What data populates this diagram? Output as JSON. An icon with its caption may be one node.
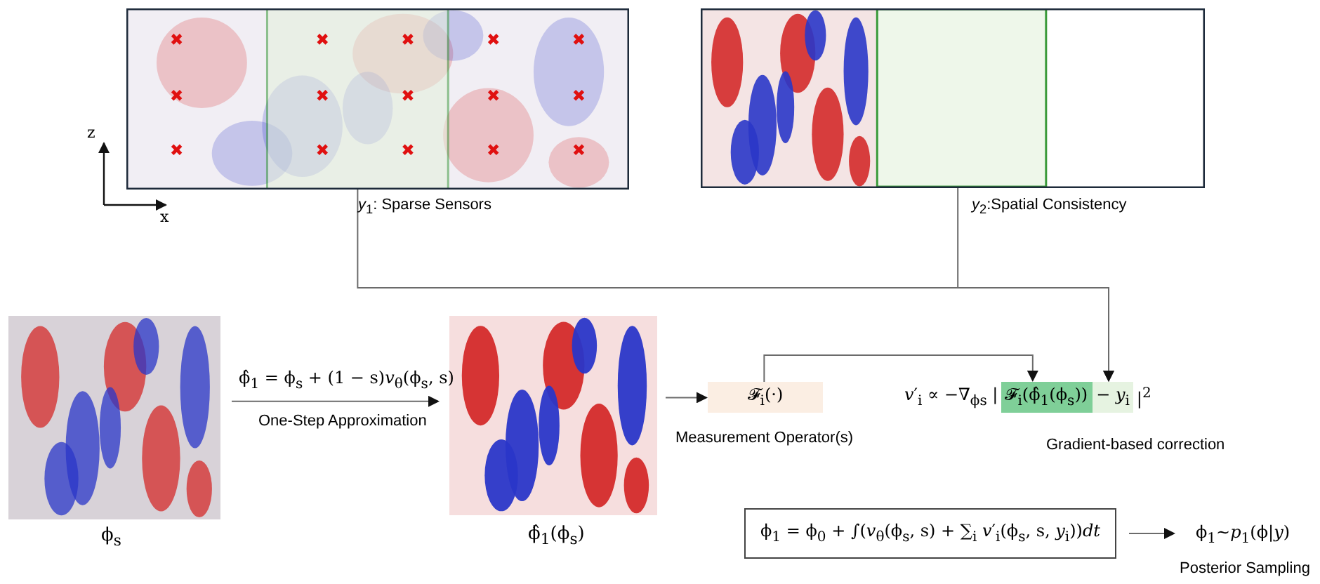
{
  "diagram": {
    "nodes": [
      {
        "text": [],
        "shape": "picture",
        "beside": [
          "*y*$_{1}$: Sparse Sensors"
        ]
      },
      {
        "text": [],
        "shape": "picture",
        "beside": [
          "*y*$_{2}$:Spatial Consistency"
        ]
      },
      {
        "text": [],
        "shape": "picture",
        "beside": [
          "ϕ$_{s}$"
        ]
      },
      {
        "text": [],
        "shape": "picture",
        "beside": [
          "ϕ̂$_{1}$(ϕ$_{s}$)"
        ]
      },
      {
        "text": [
          "𝓕$_{i}$(·)"
        ],
        "beside": [
          "Measurement Operator(s)"
        ]
      },
      {
        "text": [
          "*v*′$_{i}$ ∝ −∇$_{ϕs}$ |",
          "|$^{2}$"
        ],
        "beside": [
          "Gradient-based correction"
        ]
      },
      {
        "text": [
          "𝓕$_{i}$(ϕ̂$_{1}$(ϕ$_{s}$))"
        ],
        "in": 5
      },
      {
        "text": [
          "− *y*$_{i}$"
        ],
        "in": 5
      },
      {
        "text": [
          "ϕ$_{1}$ = ϕ$_{0}$ + ∫(*v*$_{θ}$(ϕ$_{s}$, s) + ∑$_{i}$ *v*′$_{i}$(ϕ$_{s}$, s, *y*$_{i}$))*dt*"
        ]
      },
      {
        "text": [
          "ϕ$_{1}$~*p*$_{1}$(ϕ|*y*)"
        ],
        "beside": [
          "Posterior Sampling"
        ]
      }
    ],
    "edges": [
      {
        "from": 2,
        "to": 3,
        "arrow": "to",
        "label": "ϕ̂$_{1}$ = ϕ$_{s}$ + (1 − s)*v*$_{θ}$(ϕ$_{s}$, s)"
      },
      {
        "from": 3,
        "to": 4,
        "arrow": "to"
      },
      {
        "from": 4,
        "to": 6,
        "arrow": "to"
      },
      {
        "from": 0,
        "to": 7,
        "arrow": "to"
      },
      {
        "from": 1,
        "to": 7,
        "arrow": "to"
      },
      {
        "from": 8,
        "to": 9,
        "arrow": "to"
      }
    ],
    "labels": [
      "z",
      "x",
      "One-Step Approximation"
    ]
  }
}
